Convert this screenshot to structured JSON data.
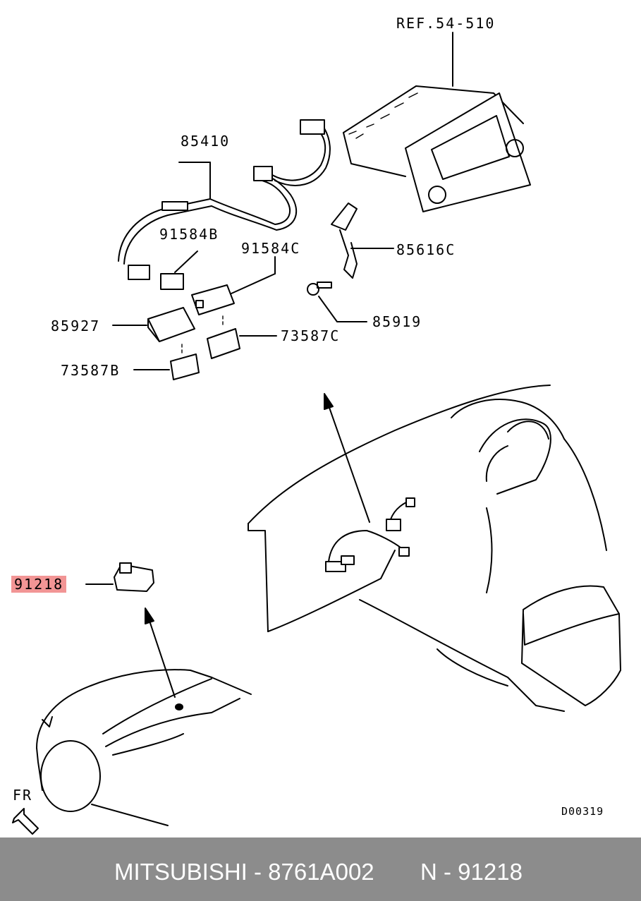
{
  "labels": {
    "ref": "REF.54-510",
    "p85410": "85410",
    "p91584b": "91584B",
    "p91584c": "91584C",
    "p85616c": "85616C",
    "p85919": "85919",
    "p85927": "85927",
    "p73587c": "73587C",
    "p73587b": "73587B",
    "p91218": "91218",
    "fr": "FR",
    "diagram_code": "D00319"
  },
  "footer": {
    "brand": "MITSUBISHI - 8761A002",
    "part": "N - 91218"
  },
  "colors": {
    "highlight": "#f29595",
    "footer_bg": "#8c8c8c",
    "footer_text": "#ffffff"
  }
}
